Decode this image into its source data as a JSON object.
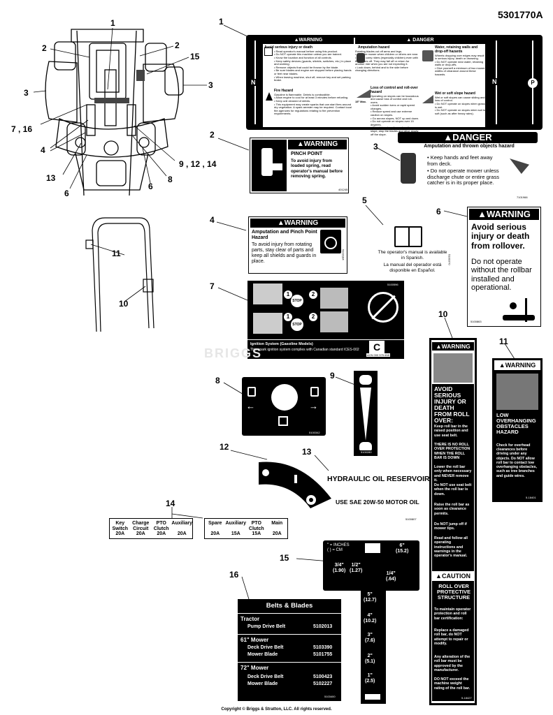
{
  "doc": {
    "part_number": "5301770A",
    "copyright": "Copyright © Briggs & Stratton, LLC. All rights reserved.",
    "watermark": "BRIGGS"
  },
  "callouts": {
    "c1a": "1",
    "c2a": "2",
    "c2b": "2",
    "c15a": "15",
    "c3a": "3",
    "c3b": "3",
    "c716": "7 , 16",
    "c4": "4",
    "c13a": "13",
    "c6a": "6",
    "c6b": "6",
    "c8a": "8",
    "c91214": "9 , 12 , 14",
    "c11a": "11",
    "c10a": "10",
    "d1": "1",
    "d2": "2",
    "d3": "3",
    "d4": "4",
    "d5": "5",
    "d6": "6",
    "d7": "7",
    "d8": "8",
    "d9": "9",
    "d10": "10",
    "d11": "11",
    "d12": "12",
    "d13": "13",
    "d14": "14",
    "d15": "15",
    "d16": "16"
  },
  "decal1": {
    "warning": "▲WARNING",
    "danger": "▲ DANGER",
    "w1_title": "Avoid serious injury or death",
    "w1_lines": "• Read operator's manual before using this product.\n• Do NOT operate this machine unless you are trained.\n• Know the location and function of all controls.\n• Keep safety devices (guards, shields, switches, etc.) in place and working.\n• Remove objects that could be thrown by the blade.\n• Be sure blades and engine are stopped before placing hands or feet near blades.\n• When leaving machine, shut off, remove key and set parking brake.",
    "w2_title": "Fire Hazard",
    "w2_lines": "Gasoline is flammable. Debris is combustible.\n• Allow engine to cool for at least 3 minutes before refueling.\n• Keep unit cleaned of debris.\n• This equipment may create sparks that can start fires around dry vegetation. A spark arrester may be required. Contact local fire agencies for regulations relating to fire prevention requirements.",
    "d1_title": "Amputation hazard",
    "d1_lines": "Rotating blades cut off arms and legs.\n• Stop the mower when children or others are near.\n• Do not carry riders (especially children) even with the blades off. They may fall off or return for another ride when you are not expecting it.\n• Look down, behind and to the side before changing directions.",
    "d2_title": "Loss of control and roll-over hazard",
    "d2_lines": "Operating on slopes can be hazardous and cause loss of control and roll-overs.\n• Avoid sudden turns or rapid speed changes.\n• Reduce speed and use extreme caution on slopes.\n• Go across slopes, NOT up and down.\n• Do not operate on slopes over 15 degrees.\n• If machine stops forward motion on a slope, stop the blades and drive slowly off the slope.",
    "d2_max": "15° Max.",
    "d3_title": "Water, retaining walls and drop-off hazards",
    "d3_lines": "Wheels dropping over edges may result in serious injury, death or drowning.\n• Do NOT operate near water, retaining walls or drop-offs.\n• Give yourself a minimum of two mower widths of clearance around these hazards.",
    "d4_title": "Wet or soft slope hazard",
    "d4_lines": "Wet or soft slopes can cause sliding and loss of control.\n• Do NOT operate on slopes when grass is wet.\n• Do NOT operate on slopes when soil is soft (such as after heavy rains).",
    "n": "N",
    "p": "P"
  },
  "decal2": {
    "header": "▲WARNING",
    "title": "PINCH POINT",
    "body": "To avoid injury from loaded spring, read operator's manual before removing spring.",
    "code": "401245"
  },
  "decal3": {
    "header": "▲DANGER",
    "subheader": "Amputation and thrown objects hazard",
    "b1": "• Keep hands and feet away from deck.",
    "b2": "• Do not operate mower unless discharge chute or entire grass catcher is in its proper place.",
    "code": "7101966"
  },
  "decal4": {
    "header": "▲WARNING",
    "title": "Amputation and Pinch Point Hazard",
    "body": "To avoid injury from rotating parts, stay clear of parts and keep all shields and guards in place.",
    "code": "5103184"
  },
  "decal5": {
    "en": "The operator's manual is available in Spanish.",
    "es": "La manual del operador está disponible en Español.",
    "code": "5100370"
  },
  "decal6": {
    "header": "▲WARNING",
    "title": "Avoid serious injury or death from rollover.",
    "body": "Do not operate without the rollbar installed and operational.",
    "code": "5100863"
  },
  "decal7": {
    "stop": "STOP",
    "n1": "1",
    "n2": "2",
    "ign_title": "Ignition System (Gasoline Models)",
    "ign_body": "This spark ignition system complies with Canadian standard ICES-002",
    "acn": "ACN 000 575 658",
    "code": "5100596"
  },
  "decal8": {
    "code": "5100342"
  },
  "decal9": {
    "code": "5100280"
  },
  "decal10": {
    "header": "▲WARNING",
    "title": "AVOID SERIOUS INJURY OR DEATH FROM ROLL OVER:",
    "p1": "Keep roll bar in the raised position and use seat belt.",
    "p2": "THERE IS NO ROLL OVER PROTECTION WHEN THE ROLL BAR IS DOWN",
    "p3": "Lower the roll bar only when necessary and NEVER remove it.",
    "p4": "Do NOT use seat belt when the roll bar is down.",
    "p5": "Raise the roll bar as soon as clearance permits.",
    "p6": "Do NOT jump off if mower tips.",
    "p7": "Read and follow all operating instructions and warnings in the operator's manual.",
    "caution": "▲CAUTION",
    "ctitle": "ROLL OVER PROTECTIVE STRUCTURE",
    "c1": "To maintain operator protection and roll bar certification:",
    "c2": "Replace a damaged roll bar, do NOT attempt to repair or modify.",
    "c3": "Any alteration of the roll bar must be approved by the manufacturer.",
    "c4": "DO NOT exceed the machine weight rating of the roll bar.",
    "code": "5-18427"
  },
  "decal11": {
    "header": "▲WARNING",
    "title": "LOW OVERHANGING OBSTACLES HAZARD",
    "body": "Check for overhead clearances before driving under any objects. Do NOT allow roll bar to contact low overhanging obstacles, such as tree branches and guide wires.",
    "code": "5-18401"
  },
  "decal13": {
    "title": "HYDRAULIC OIL RESERVOIR",
    "sub": "USE SAE 20W-50 MOTOR OIL",
    "code": "5100807"
  },
  "decal14": {
    "left": [
      {
        "label": "Key Switch",
        "amp": "20A"
      },
      {
        "label": "Charge Circuit",
        "amp": "20A"
      },
      {
        "label": "PTO Clutch",
        "amp": "20A"
      },
      {
        "label": "Auxiliary",
        "amp": "20A"
      }
    ],
    "right": [
      {
        "label": "Spare",
        "amp": "20A"
      },
      {
        "label": "Auxiliary",
        "amp": "15A"
      },
      {
        "label": "PTO Clutch",
        "amp": "15A"
      },
      {
        "label": "Main",
        "amp": "20A"
      }
    ]
  },
  "decal15": {
    "legend1": "\" = INCHES",
    "legend2": "( ) = CM",
    "marks": [
      {
        "in": "6\"",
        "cm": "(15.2)"
      },
      {
        "in": "3/4\"",
        "cm": "(1.90)"
      },
      {
        "in": "1/2\"",
        "cm": "(1.27)"
      },
      {
        "in": "1/4\"",
        "cm": "(.64)"
      },
      {
        "in": "5\"",
        "cm": "(12.7)"
      },
      {
        "in": "4\"",
        "cm": "(10.2)"
      },
      {
        "in": "3\"",
        "cm": "(7.6)"
      },
      {
        "in": "2\"",
        "cm": "(5.1)"
      },
      {
        "in": "1\"",
        "cm": "(2.5)"
      }
    ]
  },
  "decal16": {
    "title": "Belts & Blades",
    "tractor": "Tractor",
    "pump": "Pump Drive Belt",
    "pump_n": "5102013",
    "m61": "61\" Mower",
    "deck61": "Deck Drive Belt",
    "deck61_n": "5103390",
    "blade61": "Mower Blade",
    "blade61_n": "5101755",
    "m72": "72\" Mower",
    "deck72": "Deck Drive Belt",
    "deck72_n": "5100423",
    "blade72": "Mower Blade",
    "blade72_n": "5102227",
    "code": "5103400"
  }
}
